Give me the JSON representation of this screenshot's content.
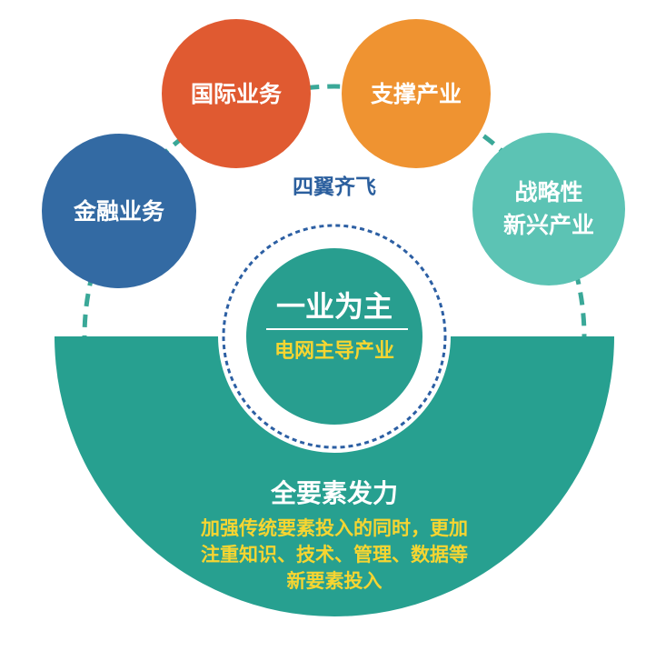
{
  "center": {
    "title": "一业为主",
    "subtitle": "电网主导产业"
  },
  "wings_label": "四翼齐飞",
  "wings": [
    {
      "label": "金融业务",
      "color": "#336aa3"
    },
    {
      "label": "国际业务",
      "color": "#e05a31"
    },
    {
      "label": "支撑产业",
      "color": "#ef9331"
    },
    {
      "label_lines": [
        "战略性",
        "新兴产业"
      ],
      "color": "#5cc3b4"
    }
  ],
  "bottom": {
    "title": "全要素发力",
    "desc_lines": [
      "加强传统要素投入的同时，更加",
      "注重知识、技术、管理、数据等",
      "新要素投入"
    ]
  },
  "colors": {
    "teal": "#27a090",
    "center_teal": "#289e8f",
    "dashed_blue": "#2c5fa3",
    "dashed_teal": "#3aa898",
    "wing_text": "#2b5f9e",
    "yellow": "#f6d531"
  }
}
